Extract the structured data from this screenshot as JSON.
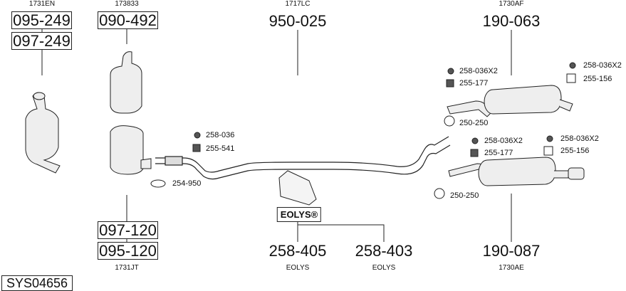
{
  "groups": {
    "g1": {
      "code": "1731EN",
      "parts": [
        "095-249",
        "097-249"
      ]
    },
    "g2": {
      "code": "173833",
      "parts": [
        "090-492"
      ]
    },
    "g3": {
      "code": "1717LC",
      "part": "950-025"
    },
    "g4": {
      "code": "1730AF",
      "part": "190-063"
    },
    "g5": {
      "code": "1731JT",
      "parts": [
        "097-120",
        "095-120"
      ]
    },
    "g6": {
      "brand": "EOLYS®",
      "parts": [
        {
          "part": "258-405",
          "code": "EOLYS"
        },
        {
          "part": "258-403",
          "code": "EOLYS"
        }
      ]
    },
    "g7": {
      "code": "1730AE",
      "part": "190-087"
    }
  },
  "accessories": {
    "front": [
      "258-036",
      "255-541",
      "254-950"
    ],
    "rear_upper_left": [
      "258-036X2",
      "255-177",
      "250-250"
    ],
    "rear_upper_right": [
      "258-036X2",
      "255-156"
    ],
    "rear_lower_left": [
      "258-036X2",
      "255-177",
      "250-250"
    ],
    "rear_lower_right": [
      "258-036X2",
      "255-156"
    ]
  },
  "system_id": "SYS04656"
}
